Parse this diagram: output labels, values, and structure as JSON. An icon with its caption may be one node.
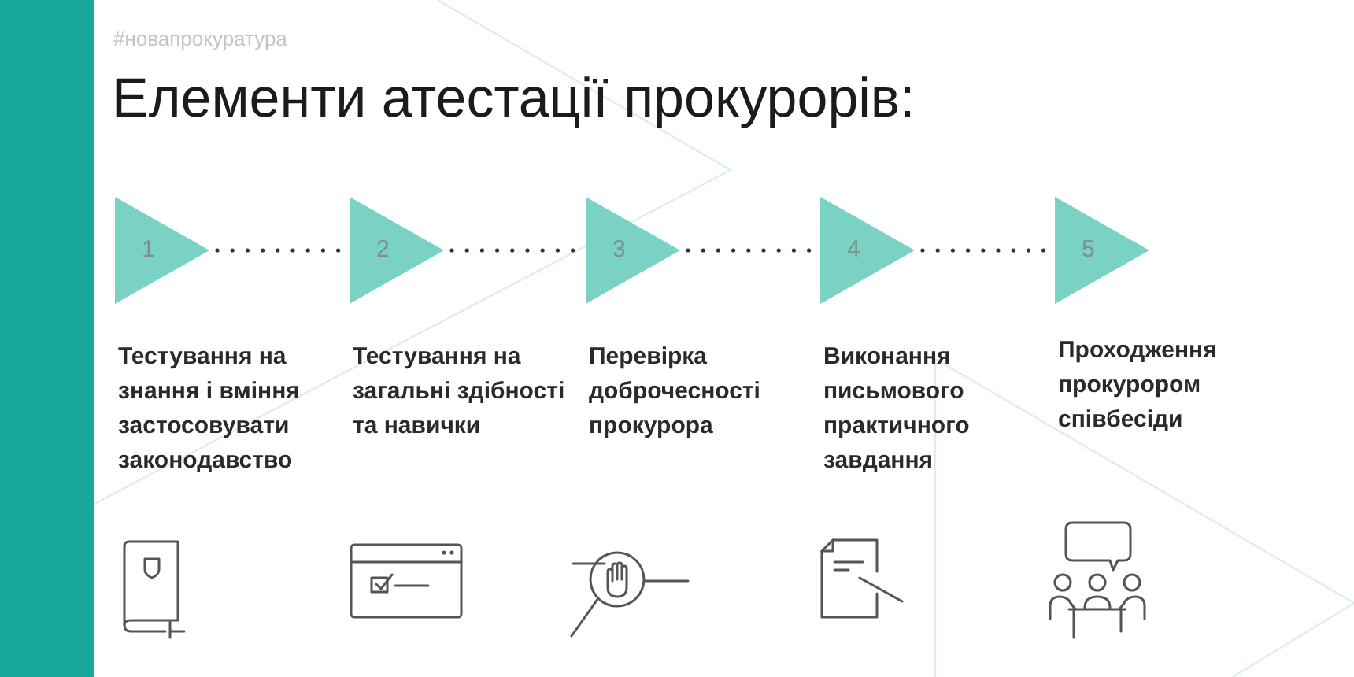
{
  "diagram": {
    "title": "Елементи атестації прокурорів:",
    "nodes": [
      {
        "text": [
          "1"
        ],
        "beside": [
          "Тестування на знання і вміння застосовувати законодавство"
        ]
      },
      {
        "text": [
          "2"
        ],
        "beside": [
          "Тестування на загальні здібності та навички"
        ]
      },
      {
        "text": [
          "3"
        ],
        "beside": [
          "Перевірка доброчесності прокурора"
        ]
      },
      {
        "text": [
          "4"
        ],
        "beside": [
          "Виконання письмового практичного завдання"
        ]
      },
      {
        "text": [
          "5"
        ],
        "beside": [
          "Проходження прокурором співбесіди"
        ]
      }
    ],
    "edges": [
      {
        "from": 0,
        "to": 1,
        "arrow": "none",
        "style": "dashed"
      },
      {
        "from": 1,
        "to": 2,
        "arrow": "none",
        "style": "dashed"
      },
      {
        "from": 2,
        "to": 3,
        "arrow": "none",
        "style": "dashed"
      },
      {
        "from": 3,
        "to": 4,
        "arrow": "none",
        "style": "dashed"
      }
    ],
    "labels": [
      "#новапрокуратура"
    ]
  }
}
